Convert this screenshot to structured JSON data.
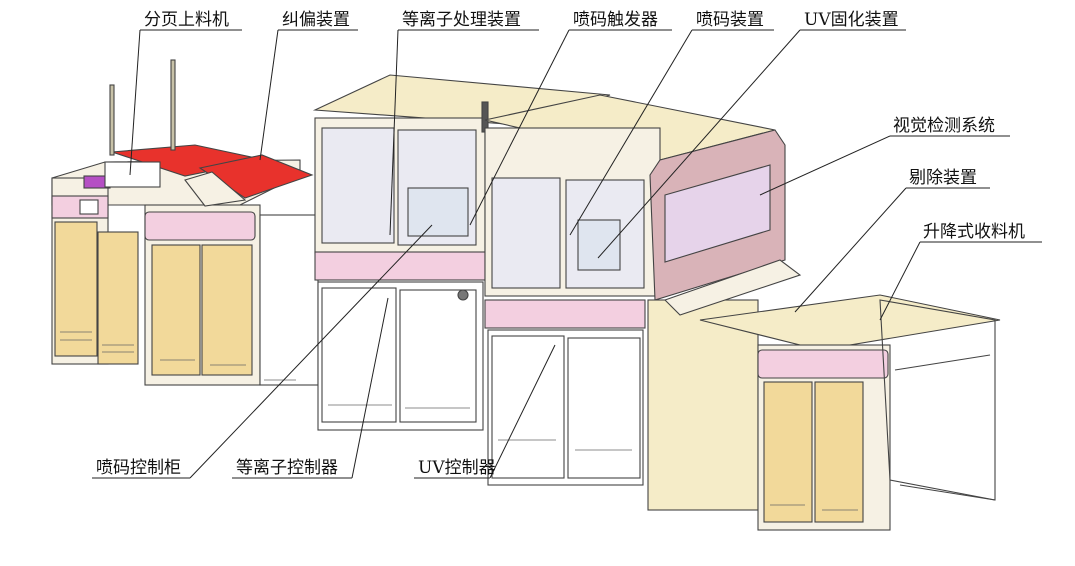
{
  "colors": {
    "frame": "#f6f1e4",
    "panel_yellow": "#f2d99a",
    "pink": "#f3cfe0",
    "canopy": "#f5ecc8",
    "red": "#e8322c",
    "mauve": "#d9b3b8",
    "window": "#eaeaf2",
    "white": "#ffffff"
  },
  "labels": {
    "top": [
      {
        "id": "feeder",
        "text": "分页上料机"
      },
      {
        "id": "deviation",
        "text": "纠偏装置"
      },
      {
        "id": "plasma",
        "text": "等离子处理装置"
      },
      {
        "id": "trigger",
        "text": "喷码触发器"
      },
      {
        "id": "coder",
        "text": "喷码装置"
      },
      {
        "id": "uv_cure",
        "text": "UV固化装置"
      },
      {
        "id": "vision",
        "text": "视觉检测系统"
      },
      {
        "id": "reject",
        "text": "剔除装置"
      },
      {
        "id": "lift_receiver",
        "text": "升降式收料机"
      }
    ],
    "bottom": [
      {
        "id": "coder_cabinet",
        "text": "喷码控制柜"
      },
      {
        "id": "plasma_ctrl",
        "text": "等离子控制器"
      },
      {
        "id": "uv_ctrl",
        "text": "UV控制器"
      }
    ]
  }
}
